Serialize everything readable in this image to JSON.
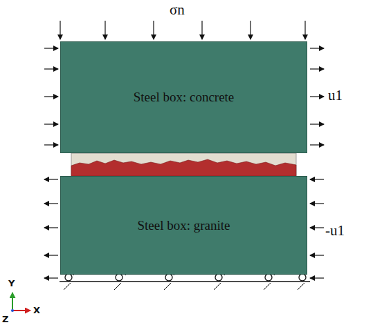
{
  "diagram": {
    "nodes": [
      {
        "text": [
          "Steel box: concrete"
        ]
      },
      {
        "text": [
          "Steel box: granite"
        ]
      }
    ],
    "labels": [
      "σn",
      "u1",
      "-u1",
      "Y",
      "Z",
      "X"
    ]
  }
}
